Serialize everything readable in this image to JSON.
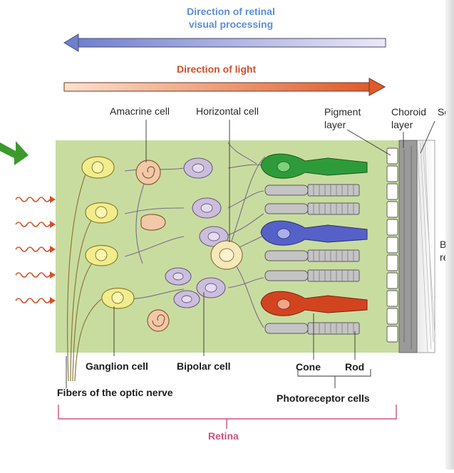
{
  "colors": {
    "retina_bg": "#c9dca0",
    "processing_arrow": "#8b93d6",
    "light_arrow": "#e06a3a",
    "retina_bracket": "#d0507a",
    "green_cone": "#2e9b3a",
    "blue_cone": "#5561c8",
    "red_cone": "#d2441f",
    "ganglion": "#f2ec8c",
    "bipolar": "#cbbedd",
    "rod": "#b8b8b8"
  },
  "arrows": {
    "processing": {
      "label_line1": "Direction of retinal",
      "label_line2": "visual processing",
      "direction": "left"
    },
    "light": {
      "label": "Direction of light",
      "direction": "right"
    }
  },
  "labels": {
    "amacrine": "Amacrine cell",
    "horizontal": "Horizontal cell",
    "pigment_line1": "Pigment",
    "pigment_line2": "layer",
    "choroid_line1": "Choroid",
    "choroid_line2": "layer",
    "sclera_cut": "Scl",
    "ganglion": "Ganglion cell",
    "bipolar": "Bipolar cell",
    "cone": "Cone",
    "rod": "Rod",
    "optic_fibers": "Fibers of the optic nerve",
    "photoreceptors": "Photoreceptor cells",
    "retina": "Retina",
    "back_cut_1": "Ba",
    "back_cut_2": "ret"
  },
  "icons": {
    "incoming_arrow": "green-arrow-icon",
    "light_rays": "wavy-light-ray-icon"
  }
}
